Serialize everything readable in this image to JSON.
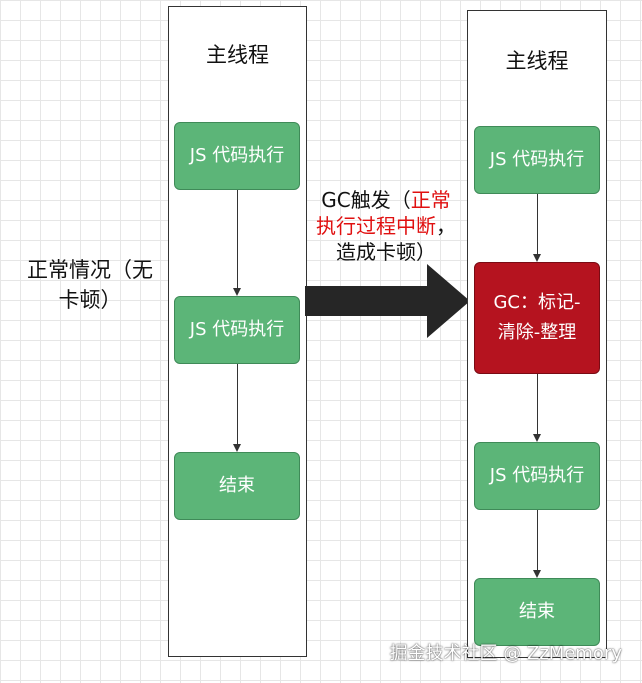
{
  "left_lane": {
    "title": "主线程",
    "nodes": [
      "JS 代码执行",
      "JS 代码执行",
      "结束"
    ]
  },
  "right_lane": {
    "title": "主线程",
    "nodes": [
      "JS 代码执行",
      "GC：标记-清除-整理",
      "JS 代码执行",
      "结束"
    ]
  },
  "left_caption": {
    "line1": "正常情况（无",
    "line2": "卡顿）"
  },
  "arrow_caption": {
    "prefix": "GC触发（",
    "red1": "正常",
    "red2": "执行过程中断",
    "suffix2": "，",
    "line3": "造成卡顿）"
  },
  "gc_box": {
    "line1": "GC：标记-",
    "line2": "清除-整理"
  },
  "watermark": "掘金技术社区 @ ZzMemory",
  "colors": {
    "node_green": "#5cb578",
    "gc_red": "#b5131f",
    "arrow_dark": "#262626",
    "highlight_red": "#e01010"
  }
}
